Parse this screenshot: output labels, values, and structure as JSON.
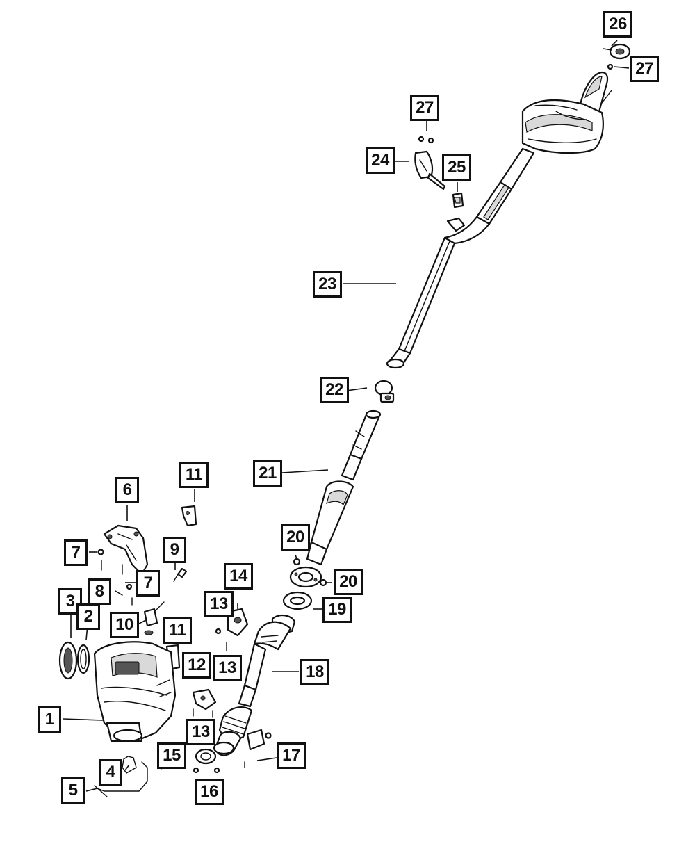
{
  "callouts": {
    "c1": "1",
    "c2": "2",
    "c3": "3",
    "c4": "4",
    "c5": "5",
    "c6": "6",
    "c7a": "7",
    "c7b": "7",
    "c8": "8",
    "c9": "9",
    "c10": "10",
    "c11a": "11",
    "c11b": "11",
    "c12": "12",
    "c13a": "13",
    "c13b": "13",
    "c13c": "13",
    "c14": "14",
    "c15": "15",
    "c16": "16",
    "c17": "17",
    "c18": "18",
    "c19": "19",
    "c20a": "20",
    "c20b": "20",
    "c21": "21",
    "c22": "22",
    "c23": "23",
    "c24": "24",
    "c25": "25",
    "c26": "26",
    "c27a": "27",
    "c27b": "27"
  },
  "colors": {
    "line": "#111111",
    "shade": "#d9d9d9",
    "background": "#ffffff"
  }
}
